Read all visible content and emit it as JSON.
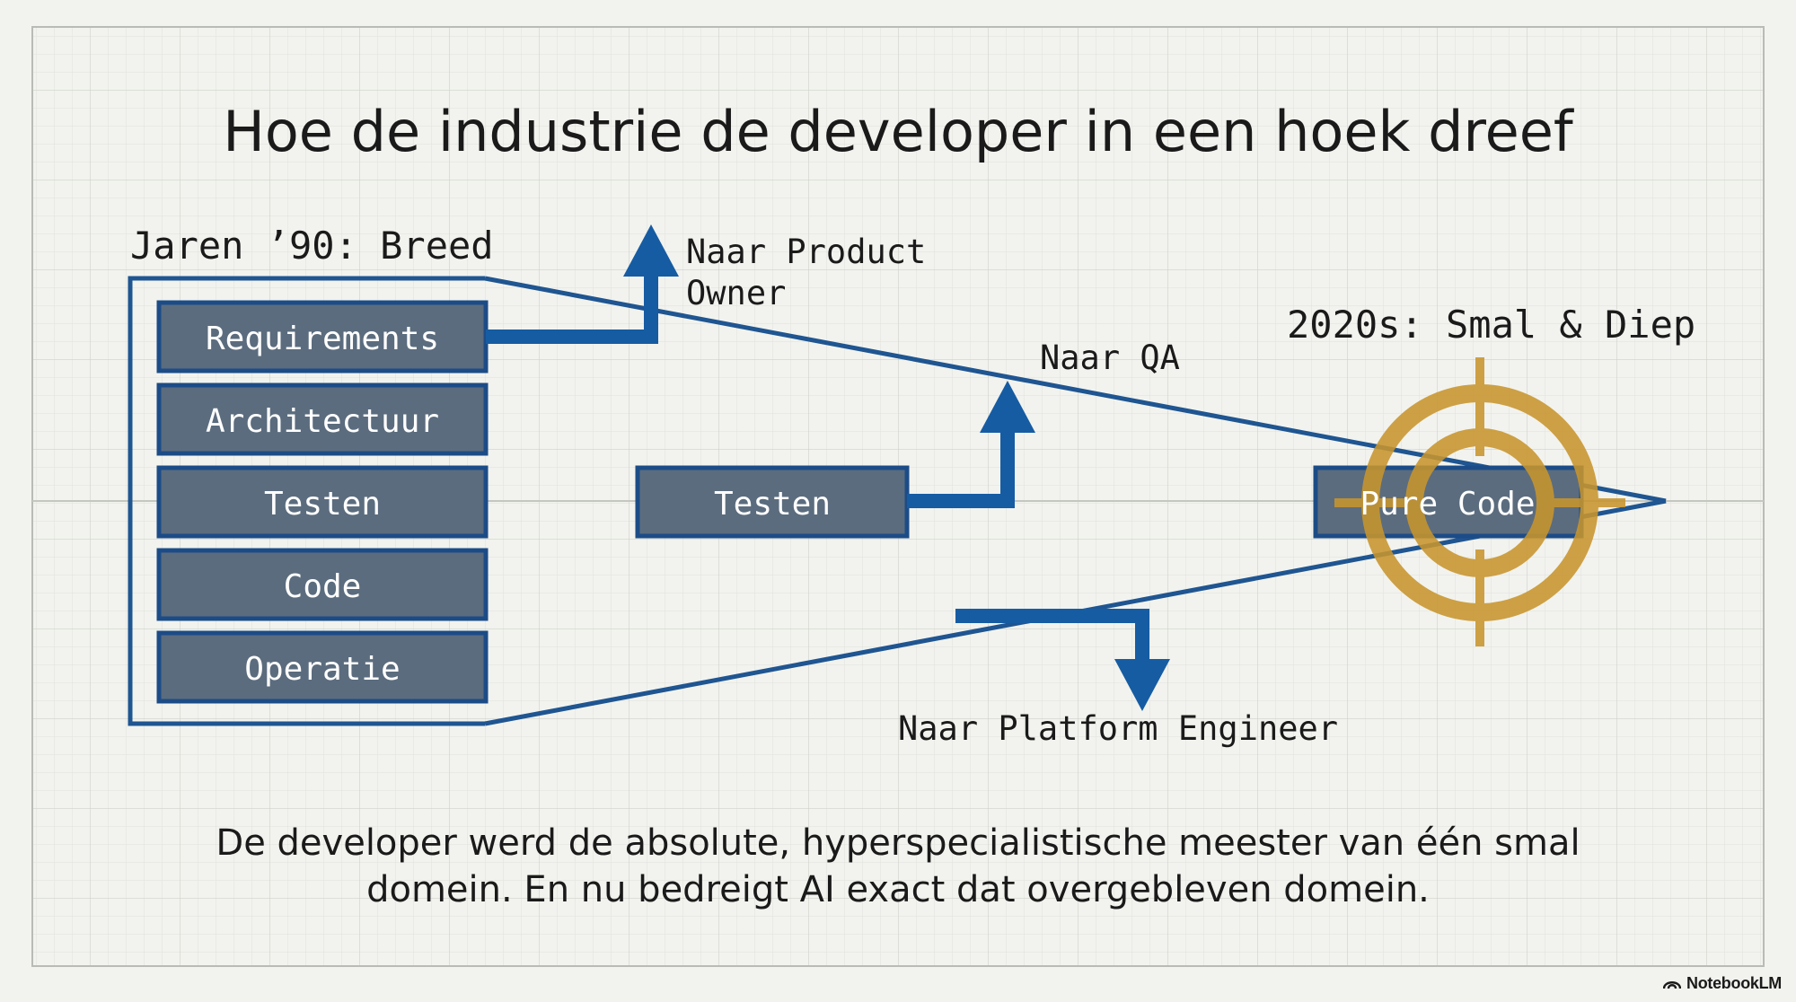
{
  "title": "Hoe de industrie de developer in een hoek dreef",
  "left_label": "Jaren ’90: Breed",
  "right_label": "2020s: Smal & Diep",
  "role_boxes": [
    "Requirements",
    "Architectuur",
    "Testen",
    "Code",
    "Operatie"
  ],
  "middle_box": "Testen",
  "target_box": "Pure Code",
  "arrows": {
    "product_owner": [
      "Naar Product",
      "Owner"
    ],
    "qa": "Naar QA",
    "platform": "Naar Platform Engineer"
  },
  "caption": [
    "De developer werd de absolute, hyperspecialistische meester van één smal",
    "domein. En nu bedreigt AI exact dat overgebleven domein."
  ],
  "branding": "NotebookLM",
  "colors": {
    "background": "#f2f3ee",
    "grid": "#d9dbd6",
    "funnel_line": "#1f5591",
    "arrow": "#165ca3",
    "box_fill": "#5b6c7e",
    "box_border": "#1c4c87",
    "target": "#c8952e",
    "text": "#1a1a1a"
  }
}
